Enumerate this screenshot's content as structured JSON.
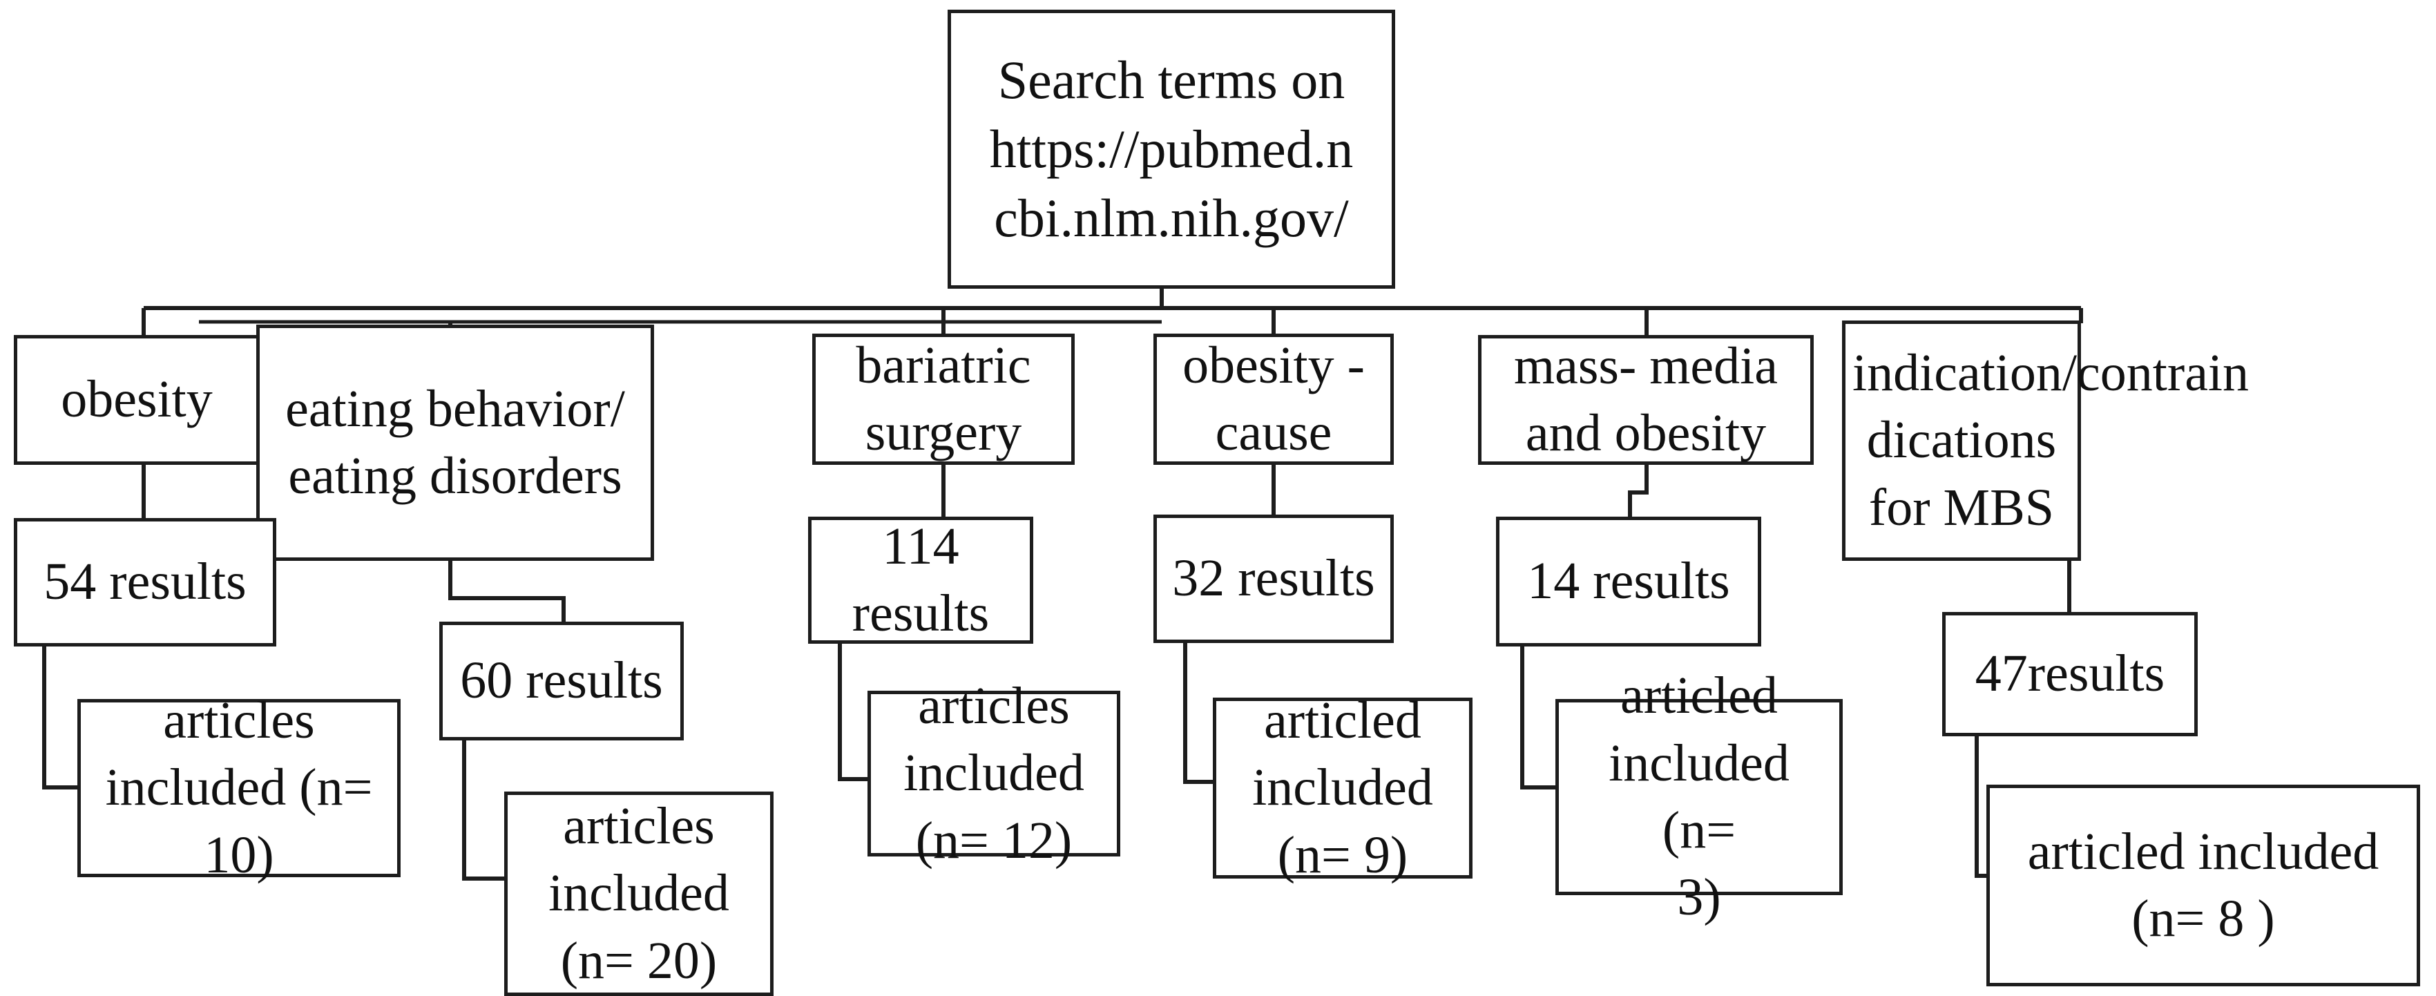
{
  "diagram": {
    "type": "flowchart",
    "title": "PubMed literature search flowchart",
    "orientation": "top-down",
    "colors": {
      "box_border": "#1d1d1d",
      "box_fill": "#ffffff",
      "connector": "#1d1d1d",
      "text": "#111111",
      "background": "#ffffff"
    },
    "root": {
      "id": "root",
      "label": "Search terms on https://pubmed.ncbi.nlm.nih.gov/",
      "label_lines": "Search terms on\nhttps://pubmed.n\ncbi.nlm.nih.gov/"
    },
    "branches": [
      {
        "id": "obesity",
        "term": "obesity",
        "term_lines": "obesity",
        "results": "54 results",
        "results_count": 54,
        "included": "articles included (n= 10)",
        "included_lines": "articles\nincluded (n=\n10)",
        "included_count": 10
      },
      {
        "id": "eating",
        "term": "eating behavior/ eating disorders",
        "term_lines": "eating behavior/\neating disorders",
        "results": "60 results",
        "results_count": 60,
        "included": "articles included (n= 20)",
        "included_lines": "articles\nincluded\n(n= 20)",
        "included_count": 20
      },
      {
        "id": "bariatric",
        "term": "bariatric surgery",
        "term_lines": "bariatric\nsurgery",
        "results": "114 results",
        "results_count": 114,
        "included": "articles included (n= 12)",
        "included_lines": "articles\nincluded\n(n= 12)",
        "included_count": 12
      },
      {
        "id": "obesity-cause",
        "term": "obesity - cause",
        "term_lines": "obesity -\ncause",
        "results": "32 results",
        "results_count": 32,
        "included": "articled included (n= 9)",
        "included_lines": "articled\nincluded\n(n= 9)",
        "included_count": 9
      },
      {
        "id": "mass-media",
        "term": "mass- media and obesity",
        "term_lines": "mass- media\nand obesity",
        "results": "14 results",
        "results_count": 14,
        "included": "articled included (n= 3)",
        "included_lines": "articled\nincluded (n=\n3)",
        "included_count": 3
      },
      {
        "id": "indications",
        "term": "indication/contraindications for MBS",
        "term_lines": "indication/contrain\ndications for MBS",
        "results": "47results",
        "results_count": 47,
        "included": "articled included (n= 8 )",
        "included_lines": "articled included\n(n= 8 )",
        "included_count": 8
      }
    ]
  }
}
